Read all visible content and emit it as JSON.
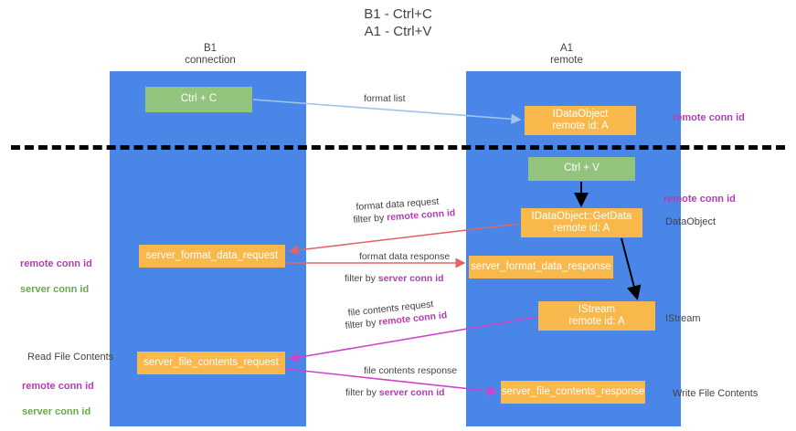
{
  "title": "B1 - Ctrl+C\nA1 - Ctrl+V",
  "lanes": [
    {
      "name": "b1",
      "header": "B1\nconnection",
      "color": "#4a86e8"
    },
    {
      "name": "a1",
      "header": "A1\nremote",
      "color": "#4a86e8"
    }
  ],
  "nodes": {
    "ctrl_c": "Ctrl + C",
    "idataobject": "IDataObject\nremote id: A",
    "ctrl_v": "Ctrl + V",
    "getdata": "IDataObject::GetData\nremote id: A",
    "server_format_data_request": "server_format_data_request",
    "server_format_data_response": "server_format_data_response",
    "istream": "IStream\nremote id: A",
    "server_file_contents_request": "server_file_contents_request",
    "server_file_contents_response": "server_file_contents_response"
  },
  "edge_labels": {
    "format_list": "format list",
    "format_data_request": "format data request",
    "format_data_request_filter_prefix": "filter by ",
    "format_data_request_filter_key": "remote conn id",
    "format_data_response": "format data response",
    "format_data_response_filter_prefix": "filter by ",
    "format_data_response_filter_key": "server conn id",
    "file_contents_request": "file contents request",
    "file_contents_request_filter_prefix": "filter by ",
    "file_contents_request_filter_key": "remote conn id",
    "file_contents_response": "file contents response",
    "file_contents_response_filter_prefix": "filter by ",
    "file_contents_response_filter_key": "server conn id"
  },
  "annotations": {
    "remote_conn_id_top": "remote conn id",
    "remote_conn_id_mid": "remote conn id",
    "dataobject": "DataObject",
    "istream": "IStream",
    "write_file_contents": "Write File Contents",
    "read_file_contents": "Read File Contents",
    "left_remote_conn_id": "remote conn id",
    "left_server_conn_id": "server conn id",
    "left_bottom_remote_conn_id": "remote conn id",
    "left_bottom_server_conn_id": "server conn id"
  },
  "colors": {
    "lane": "#4a86e8",
    "green_node": "#93c47d",
    "orange_node": "#f9b84c",
    "purple_text": "#b040b0",
    "green_text": "#6aa84f",
    "arrow_blue": "#9fc5e8",
    "arrow_red": "#e06666",
    "arrow_magenta": "#cc44cc",
    "arrow_black": "#000000",
    "divider": "#000000"
  }
}
